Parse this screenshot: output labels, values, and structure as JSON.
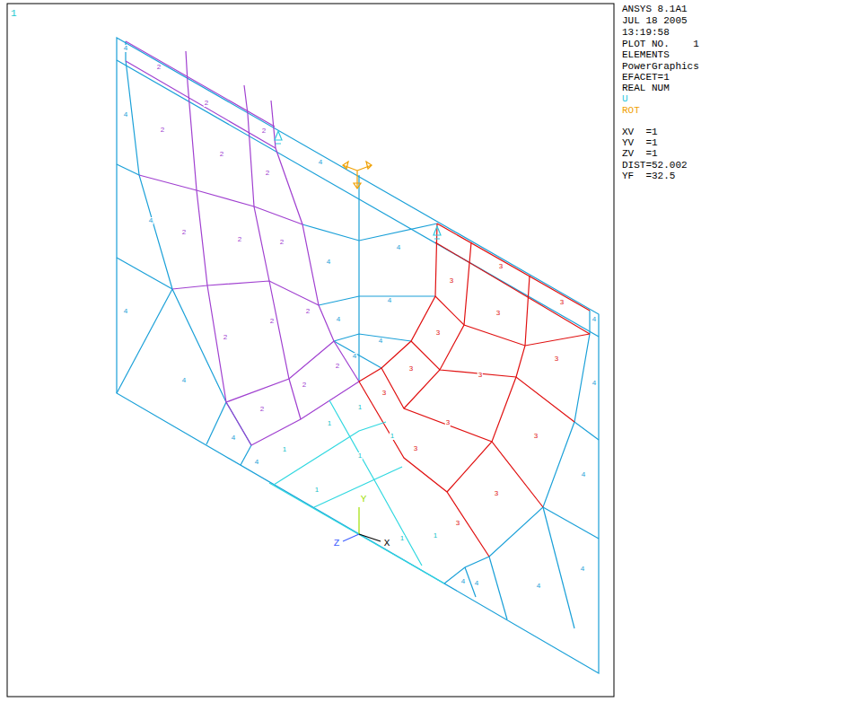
{
  "diagram": {
    "labels": [
      "1",
      "ANSYS 8.1A1",
      "JUL 18 2005",
      "13:19:58",
      "PLOT NO.    1",
      "ELEMENTS",
      "PowerGraphics",
      "EFACET=1",
      "REAL NUM",
      "U",
      "ROT",
      "XV  =1",
      "YV  =1",
      "ZV  =1",
      "DIST=52.002",
      "YF  =32.5",
      "Y",
      "Z",
      "X",
      "2",
      "2",
      "2",
      "2",
      "2",
      "2",
      "2",
      "2",
      "2",
      "2",
      "2",
      "2",
      "2",
      "2",
      "2",
      "4",
      "4",
      "4",
      "4",
      "4",
      "4",
      "4",
      "4",
      "4",
      "4",
      "4",
      "4",
      "4",
      "4",
      "4",
      "4",
      "4",
      "4",
      "4",
      "4",
      "4",
      "3",
      "3",
      "3",
      "3",
      "3",
      "3",
      "3",
      "3",
      "3",
      "3",
      "3",
      "3",
      "3",
      "3",
      "1",
      "1",
      "1",
      "1",
      "1",
      "1",
      "1",
      "1"
    ]
  }
}
